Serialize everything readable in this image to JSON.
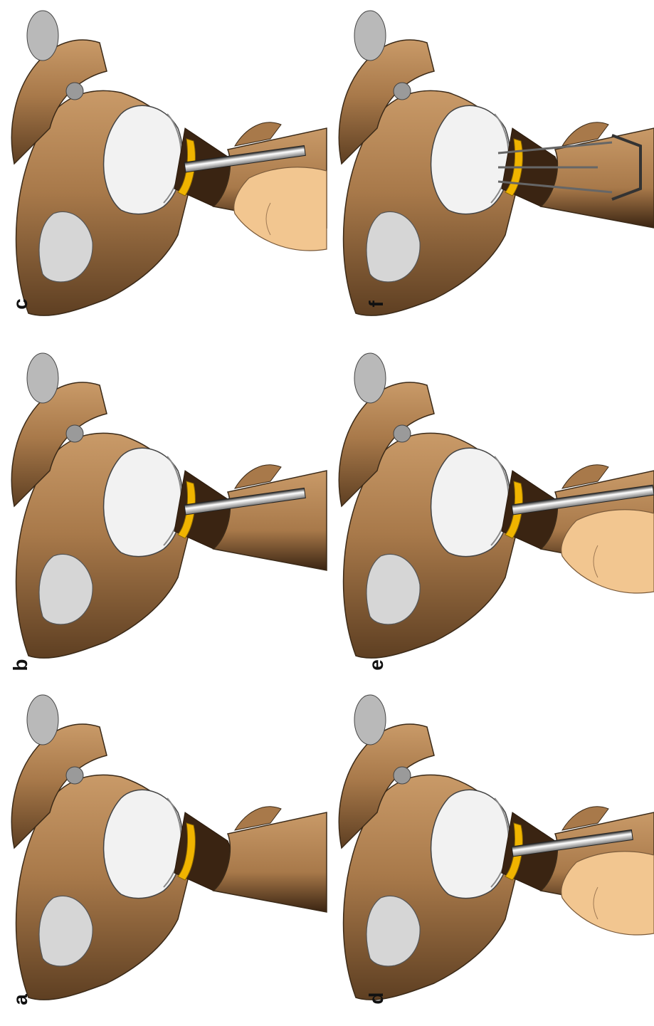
{
  "panels": [
    {
      "id": "a",
      "label": "a",
      "tool": "none"
    },
    {
      "id": "b",
      "label": "b",
      "tool": "rasp"
    },
    {
      "id": "c",
      "label": "c",
      "tool": "rasp-hand"
    },
    {
      "id": "d",
      "label": "d",
      "tool": "rasp-hand"
    },
    {
      "id": "e",
      "label": "e",
      "tool": "long-rasp-hand"
    },
    {
      "id": "f",
      "label": "f",
      "tool": "clamp"
    }
  ],
  "colors": {
    "bone": "#a8794a",
    "bone_dark": "#5e3f22",
    "bone_light": "#c99a68",
    "implant": "#f2f2f2",
    "accent": "#f0b400",
    "hand": "#f2c690",
    "window": "#d6d6d6"
  }
}
